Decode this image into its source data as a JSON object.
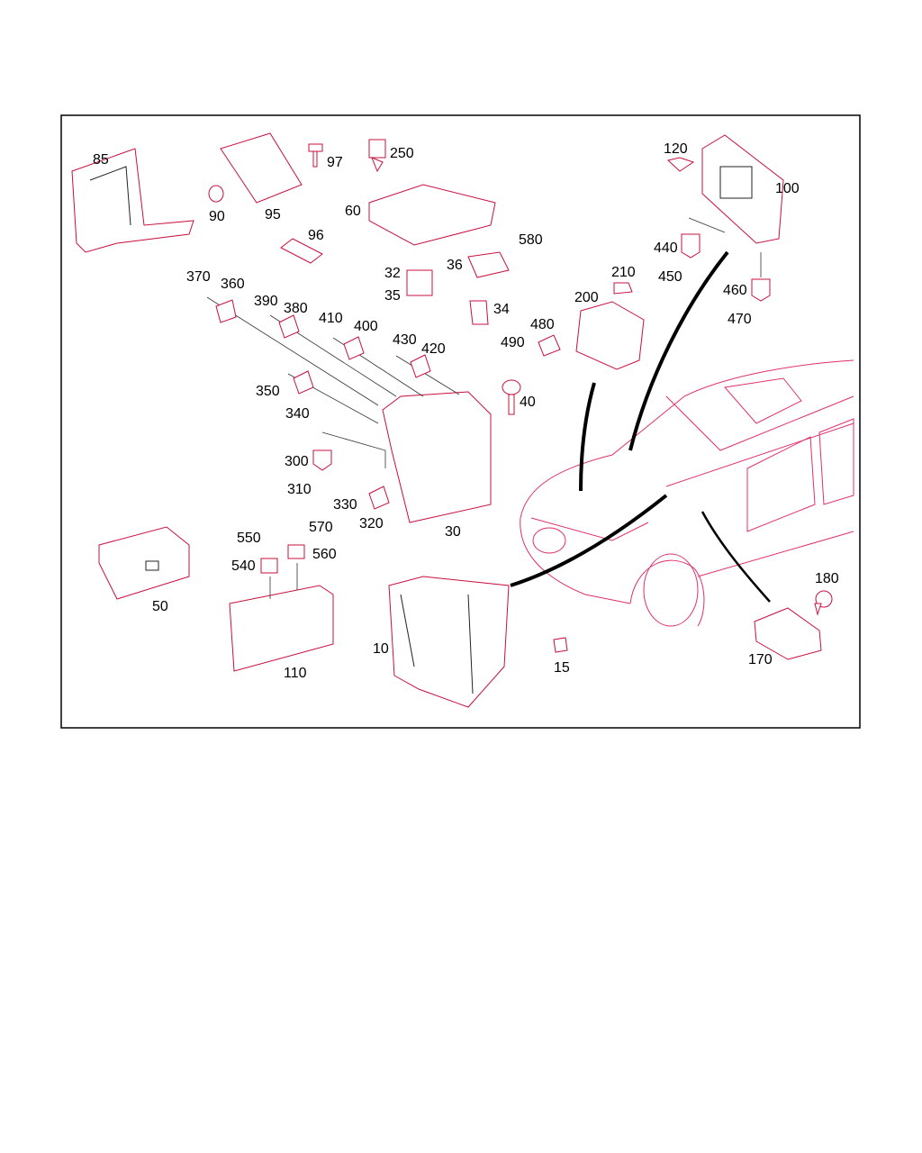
{
  "diagram": {
    "title": "Exploded parts diagram: fuse and relay box, control modules and vehicle location",
    "colors": {
      "outline": "#c8103c",
      "car": "#e0306a",
      "frame": "#000000"
    },
    "labels": {
      "p85": "85",
      "p90": "90",
      "p95": "95",
      "p97": "97",
      "p250": "250",
      "p60": "60",
      "p96": "96",
      "p120": "120",
      "p100": "100",
      "p440": "440",
      "p450": "450",
      "p460": "460",
      "p470": "470",
      "p580": "580",
      "p36": "36",
      "p32": "32",
      "p35": "35",
      "p34": "34",
      "p210": "210",
      "p200": "200",
      "p480": "480",
      "p490": "490",
      "p370": "370",
      "p360": "360",
      "p390": "390",
      "p380": "380",
      "p410": "410",
      "p400": "400",
      "p430": "430",
      "p420": "420",
      "p350": "350",
      "p340": "340",
      "p40": "40",
      "p300": "300",
      "p310": "310",
      "p330": "330",
      "p320": "320",
      "p30": "30",
      "p50": "50",
      "p550": "550",
      "p570": "570",
      "p540": "540",
      "p560": "560",
      "p110": "110",
      "p10": "10",
      "p15": "15",
      "p180": "180",
      "p170": "170"
    }
  }
}
